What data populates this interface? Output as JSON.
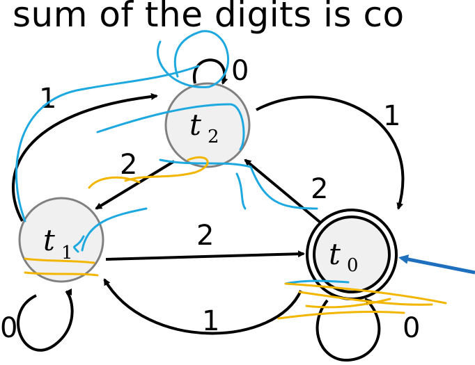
{
  "title": "sum of the digits is co",
  "states": [
    {
      "id": "t2",
      "name": "t",
      "sub": "2",
      "accepting": false
    },
    {
      "id": "t1",
      "name": "t",
      "sub": "1",
      "accepting": false
    },
    {
      "id": "t0",
      "name": "t",
      "sub": "0",
      "accepting": true
    }
  ],
  "edges": {
    "t1_to_t2": "1",
    "t2_self": "0",
    "t2_to_t0": "1",
    "t2_to_t1": "2",
    "t0_to_t2": "2",
    "t1_to_t0": "2",
    "t0_to_t1": "1",
    "t1_self": "0",
    "t0_self": "0"
  },
  "colors": {
    "node_fill": "#f0f0f0",
    "node_stroke": "#808080",
    "edge": "#000000",
    "start_arrow": "#1f6fbf",
    "ink_blue": "#1ea8e0",
    "ink_yellow": "#f2b600"
  }
}
